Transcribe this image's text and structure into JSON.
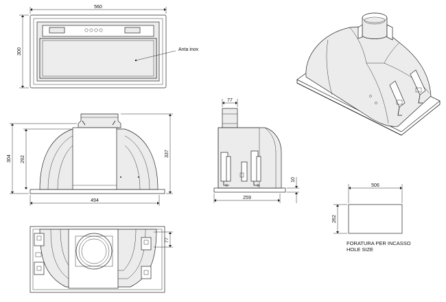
{
  "front_view": {
    "width_label": "560",
    "height_label": "300",
    "note_label": "Anta inox"
  },
  "side_view_large": {
    "height_outer_label": "304",
    "height_inner_label": "292",
    "height_total_label": "337",
    "base_width_label": "494"
  },
  "side_view_small": {
    "outlet_label": "77",
    "depth_label": "259",
    "base_height_label": "10"
  },
  "top_view": {
    "offset_label": "77"
  },
  "hole_cutout": {
    "width_label": "506",
    "height_label": "262",
    "caption_line1": "FORATURA PER INCASSO",
    "caption_line2": "HOLE SIZE"
  }
}
